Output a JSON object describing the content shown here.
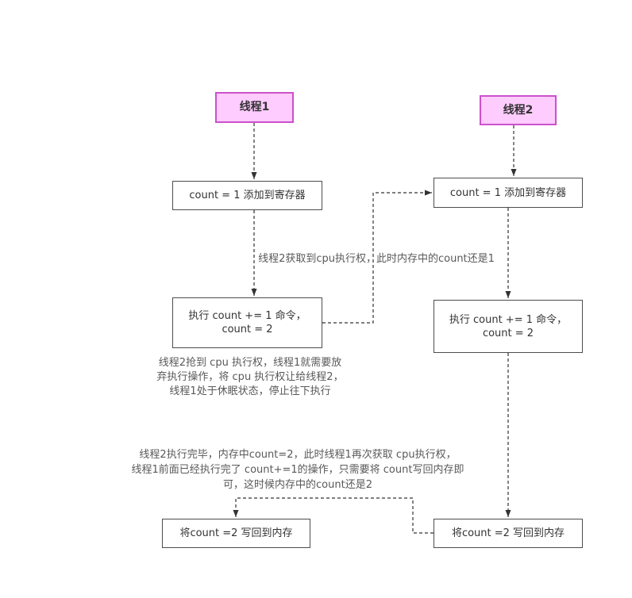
{
  "threads": {
    "t1": "线程1",
    "t2": "线程2"
  },
  "left": {
    "register": "count = 1 添加到寄存器",
    "exec_line1": "执行 count += 1 命令，",
    "exec_line2": "count = 2",
    "writeback": "将count =2 写回到内存"
  },
  "right": {
    "register": "count = 1 添加到寄存器",
    "exec_line1": "执行 count += 1 命令，",
    "exec_line2": "count = 2",
    "writeback": "将count =2 写回到内存"
  },
  "notes": {
    "switch": "线程2获取到cpu执行权，此时内存中的count还是1",
    "pause": [
      "线程2抢到 cpu 执行权，线程1就需要放",
      "弃执行操作，将 cpu 执行权让给线程2，",
      "线程1处于休眠状态，停止往下执行"
    ],
    "resume": [
      "线程2执行完毕，内存中count=2，此时线程1再次获取 cpu执行权，",
      "线程1前面已经执行完了 count+=1的操作，只需要将 count写回内存即",
      "可，这时候内存中的count还是2"
    ]
  },
  "colors": {
    "thread_fill": "#ffccff",
    "thread_border": "#cb51cb",
    "node_border": "#4d4d4d",
    "arrow": "#333333",
    "note_text": "#595959"
  }
}
